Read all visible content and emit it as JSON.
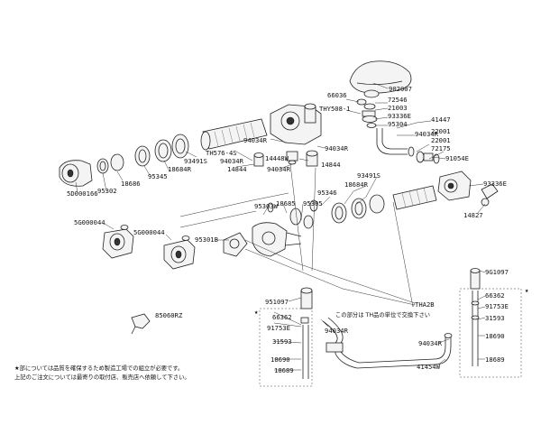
{
  "part_labels": {
    "p902007": "902007",
    "p66036": "66036",
    "p72546": "72546",
    "pTHY508": "THY508-1",
    "p21003": "21003",
    "p93336e_a": "93336E",
    "p95304": "95304",
    "p41447": "41447",
    "p94034r_a": "94034R",
    "p22001_a": "22001",
    "p22001_b": "22001",
    "p72175": "72175",
    "p91054e": "91054E",
    "p93336e_b": "93336E",
    "p14827": "14827",
    "p94034r_b": "94034R",
    "p94034r_c": "94034R",
    "pTH576": "TH576-4S",
    "p94034r_d": "94034R",
    "p14844_a": "14844",
    "p14448w": "14448W",
    "p94034r_e": "94034R",
    "p14844_b": "14844",
    "p93491s_a": "93491S",
    "p18684r_a": "18684R",
    "p95345": "95345",
    "p18686": "18686",
    "p95302": "95302",
    "p5d000166": "5D000166",
    "p93491s_b": "93491S",
    "p18684r_b": "18684R",
    "p95346": "95346",
    "p95303w": "95303W",
    "p18685": "18685",
    "p95305": "95305",
    "p5g000044_a": "5G000044",
    "p5g000044_b": "5G000044",
    "p95301b": "95301B",
    "p951097": "951097",
    "pTHA2B": "THA2B",
    "p66362_a": "66362",
    "p91753e_a": "91753E",
    "p31593_a": "31593",
    "p18690_a": "18690",
    "p18689_a": "18689",
    "p94034r_f": "94034R",
    "p94034r_g": "94034R",
    "p41454w": "41454W",
    "p9g1097": "9G1097",
    "p66362_b": "66362",
    "p91753e_b": "91753E",
    "p31593_b": "31593",
    "p18690_b": "18690",
    "p18689_b": "18689",
    "p85060rz": "85060RZ",
    "star_a": "★",
    "star_b": "★"
  },
  "notes": {
    "unit_note": "この部分は TH品の単位で交換下さい",
    "footer_line1": "★部については品質を確保するため製造工場での組立が必要です。",
    "footer_line2": "上記のご注文については最寄りの取付店、販売店へ依頼して下さい。"
  }
}
